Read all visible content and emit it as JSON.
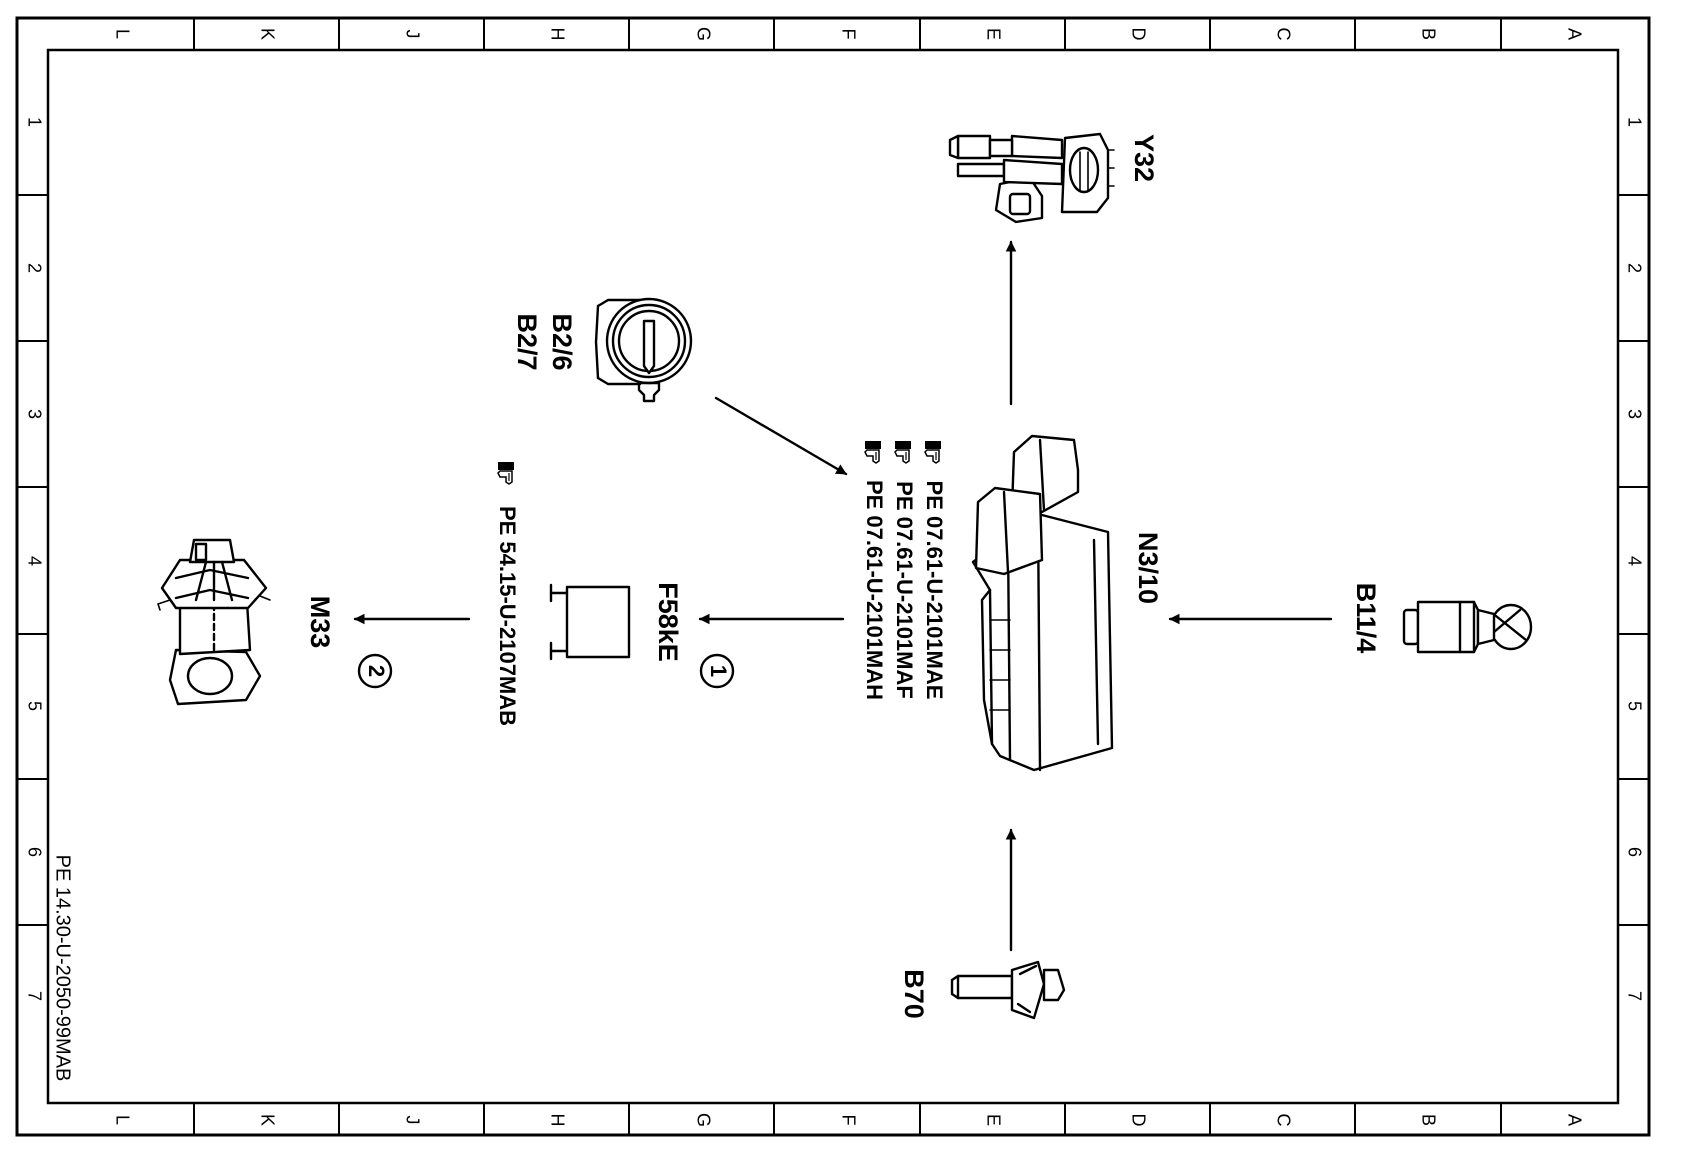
{
  "diagram": {
    "border": {
      "columns": [
        "L",
        "K",
        "J",
        "H",
        "G",
        "F",
        "E",
        "D",
        "C",
        "B",
        "A"
      ],
      "rows": [
        "1",
        "2",
        "3",
        "4",
        "5",
        "6",
        "7"
      ]
    },
    "components": {
      "y32": "Y32",
      "b2_6": "B2/6",
      "b2_7": "B2/7",
      "n3_10": "N3/10",
      "b11_4": "B11/4",
      "b70": "B70",
      "f58ke": "F58kE",
      "m33": "M33"
    },
    "callouts": {
      "c1": "1",
      "c2": "2"
    },
    "references": {
      "n3_10_refs": [
        "PE 07.61-U-2101MAE",
        "PE 07.61-U-2101MAF",
        "PE 07.61-U-2101MAH"
      ],
      "m33_ref": "PE 54.15-U-2107MAB"
    },
    "footer": "PE 14.30-U-2050-99MAB",
    "icons": [
      "pointing-hand-icon"
    ]
  }
}
